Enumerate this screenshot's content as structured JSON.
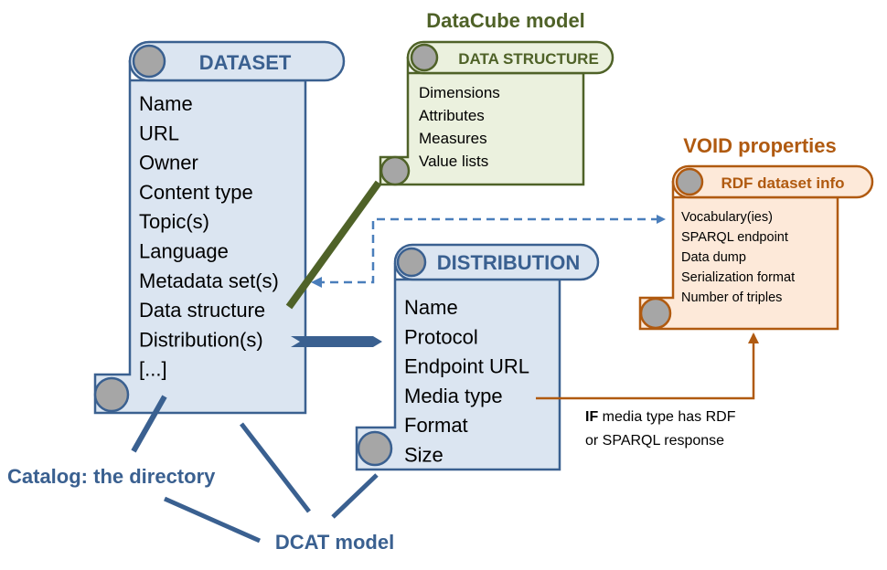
{
  "colors": {
    "dcat_blue": "#3a6090",
    "dcat_fill": "#dbe5f1",
    "cube_green": "#4f6228",
    "cube_fill": "#ebf1de",
    "void_orange": "#b05a10",
    "void_fill": "#fde9d9",
    "curl_gray": "#a6a6a6"
  },
  "dataset": {
    "title": "DATASET",
    "fields": [
      "Name",
      "URL",
      "Owner",
      "Content type",
      "Topic(s)",
      "Language",
      "Metadata set(s)",
      "Data structure",
      "Distribution(s)",
      "[...]"
    ]
  },
  "datacube": {
    "heading": "DataCube model",
    "title": "DATA STRUCTURE",
    "fields": [
      "Dimensions",
      "Attributes",
      "Measures",
      "Value lists"
    ]
  },
  "void": {
    "heading": "VOID properties",
    "title": "RDF dataset info",
    "fields": [
      "Vocabulary(ies)",
      "SPARQL endpoint",
      "Data dump",
      "Serialization format",
      "Number of triples"
    ]
  },
  "distribution": {
    "title": "DISTRIBUTION",
    "fields": [
      "Name",
      "Protocol",
      "Endpoint URL",
      "Media type",
      "Format",
      "Size"
    ]
  },
  "condition": {
    "bold": "IF",
    "line1": " media type has RDF",
    "line2": "or SPARQL response"
  },
  "labels": {
    "catalog": "Catalog: the directory",
    "dcat": "DCAT model"
  }
}
